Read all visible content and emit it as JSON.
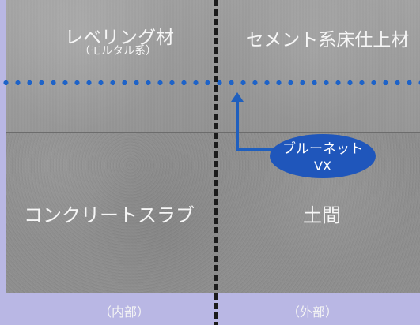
{
  "labels": {
    "top_left_main": "レベリング材",
    "top_left_sub": "（モルタル系）",
    "top_right": "セメント系床仕上材",
    "bottom_left": "コンクリートスラブ",
    "bottom_right": "土間"
  },
  "callout": {
    "line_1": "ブルーネット",
    "line_2": "VX"
  },
  "footer": {
    "left": "（内部）",
    "right": "（外部）"
  },
  "colors": {
    "background": "#b9b7e4",
    "top_panel": "#9b9b9b",
    "bottom_panel": "#8f8f8f",
    "blue": "#1f56bb",
    "divider": "#1b1b1b",
    "text": "#f6f6f6"
  }
}
